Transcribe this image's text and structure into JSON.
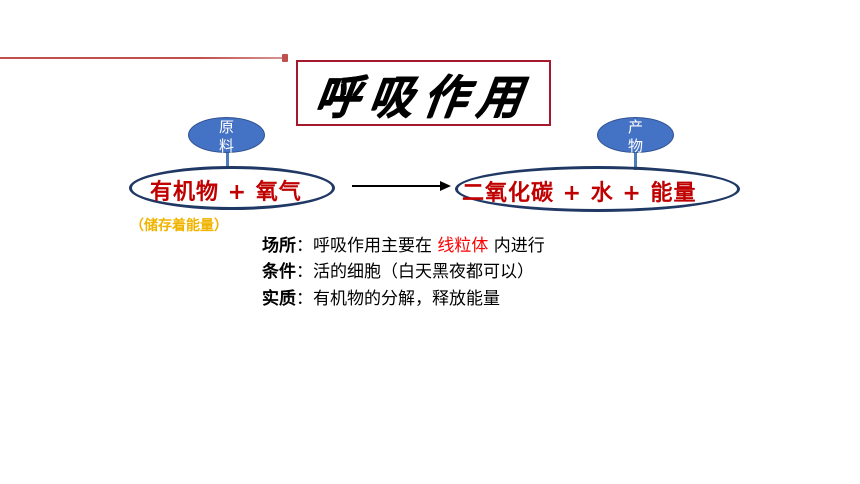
{
  "title": "呼吸作用",
  "pins": {
    "left": "原料",
    "right": "产物"
  },
  "formula": {
    "reactants": "有机物 + 氧气",
    "products": "二氧化碳 + 水 + 能量"
  },
  "storage_note": "（储存着能量）",
  "details": [
    {
      "label": "场所",
      "sep": "：",
      "text_before": "呼吸作用主要在 ",
      "highlight": "线粒体",
      "text_after": " 内进行"
    },
    {
      "label": "条件",
      "sep": "：",
      "text_before": "活的细胞（白天黑夜都可以）",
      "highlight": "",
      "text_after": ""
    },
    {
      "label": "实质",
      "sep": "：",
      "text_before": "有机物的分解，释放能量",
      "highlight": "",
      "text_after": ""
    }
  ],
  "colors": {
    "title_border": "#a4192d",
    "formula_text": "#c00000",
    "ellipse_border": "#203864",
    "pin_fill": "#4472c4",
    "storage_note": "#f0b400",
    "highlight": "#ff0000"
  }
}
